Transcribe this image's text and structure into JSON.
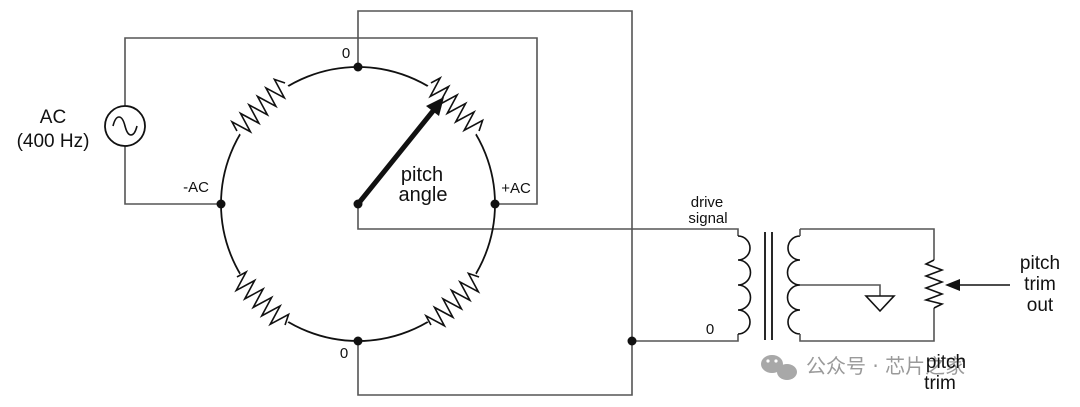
{
  "source": {
    "label_line1": "AC",
    "label_line2": "(400 Hz)"
  },
  "terminals": {
    "top_zero": "0",
    "bottom_zero": "0",
    "left": "-AC",
    "right": "+AC"
  },
  "wiper": {
    "label_line1": "pitch",
    "label_line2": "angle"
  },
  "transformer": {
    "input_label_line1": "drive",
    "input_label_line2": "signal",
    "ref_zero": "0"
  },
  "output": {
    "label_line1": "pitch",
    "label_line2": "trim",
    "label_line3": "out"
  },
  "trim_pot": {
    "label_line1": "pitch",
    "label_line2": "trim"
  },
  "watermark": {
    "text": "公众号 · 芯片之家"
  },
  "colors": {
    "ink": "#111111",
    "wire": "#555555",
    "watermark": "#9a9a9a"
  }
}
